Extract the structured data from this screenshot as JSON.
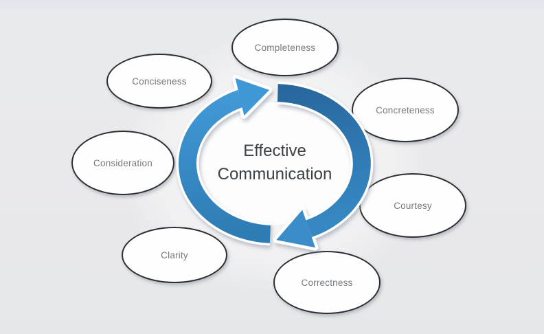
{
  "diagram": {
    "title": "Effective Communication cycle diagram",
    "center": {
      "line1": "Effective",
      "line2": "Communication"
    },
    "nodes": [
      {
        "label": "Completeness"
      },
      {
        "label": "Conciseness"
      },
      {
        "label": "Concreteness"
      },
      {
        "label": "Consideration"
      },
      {
        "label": "Courtesy"
      },
      {
        "label": "Clarity"
      },
      {
        "label": "Correctness"
      }
    ],
    "colors": {
      "arrow_light_blue": "#3f97d5",
      "arrow_dark_blue": "#2e7ab3",
      "arrow_casing": "#ffffff",
      "node_border": "#2b2f34",
      "node_fill": "#fefefe",
      "node_text": "#75797d",
      "center_text": "#3c4147",
      "background": "#e9eaec"
    }
  }
}
